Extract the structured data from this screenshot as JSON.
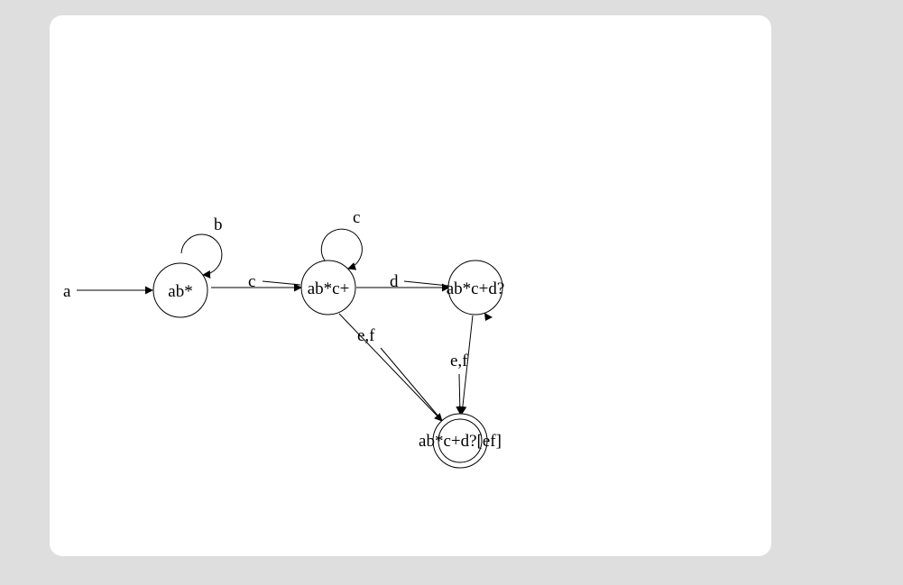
{
  "diagram": {
    "states": [
      {
        "id": "s0",
        "name": "ab*"
      },
      {
        "id": "s1",
        "name": "ab*c+"
      },
      {
        "id": "s2",
        "name": "ab*c+d?"
      },
      {
        "id": "s3",
        "name": "ab*c+d?[ef]",
        "accepting": true
      }
    ],
    "transitions": [
      {
        "from": "start",
        "to": "s0",
        "label": "a"
      },
      {
        "from": "s0",
        "to": "s0",
        "label": "b"
      },
      {
        "from": "s0",
        "to": "s1",
        "label": "c"
      },
      {
        "from": "s1",
        "to": "s1",
        "label": "c"
      },
      {
        "from": "s1",
        "to": "s2",
        "label": "d"
      },
      {
        "from": "s1",
        "to": "s3",
        "label": "e,f"
      },
      {
        "from": "s2",
        "to": "s3",
        "label": "e,f"
      }
    ]
  },
  "colors": {
    "background": "#dedede",
    "card": "#ffffff",
    "ink": "#000000"
  }
}
